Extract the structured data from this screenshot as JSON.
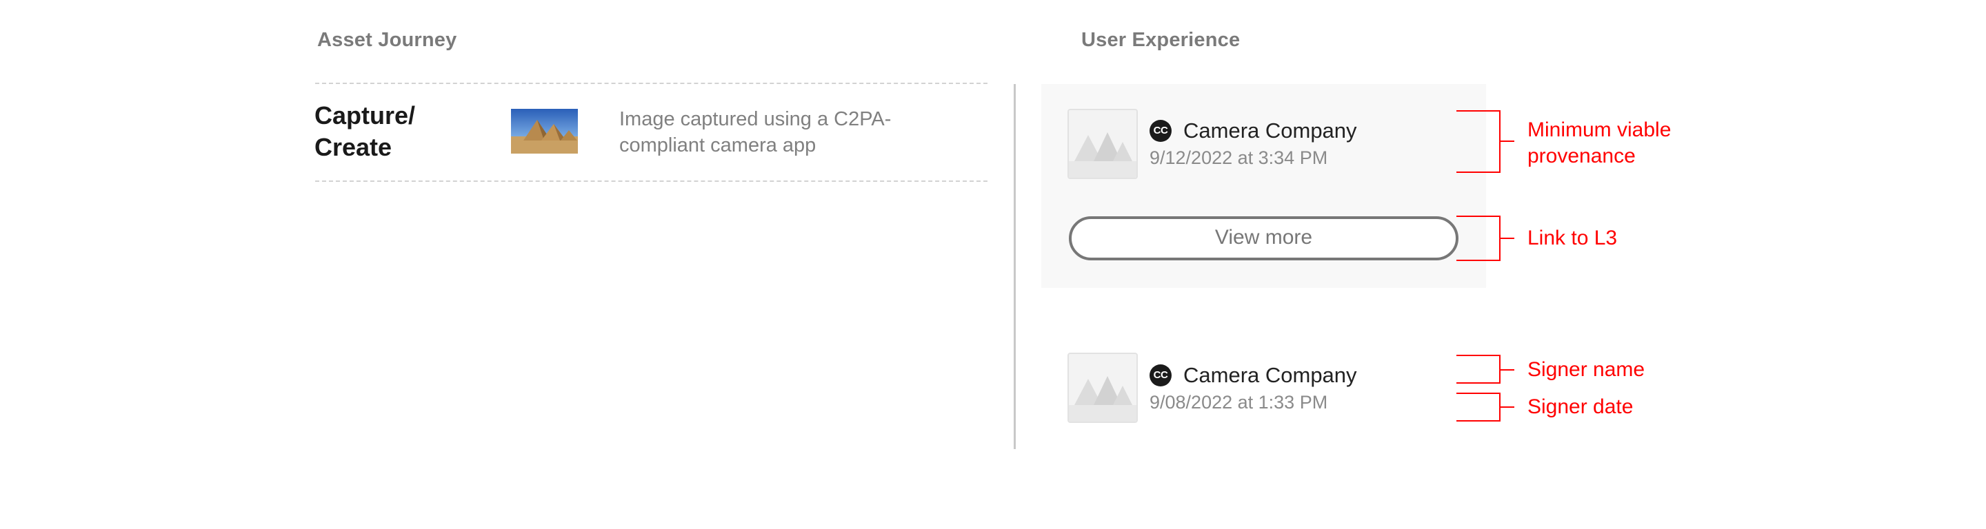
{
  "columns": {
    "left_title": "Asset Journey",
    "right_title": "User Experience"
  },
  "journey": {
    "stage_line1": "Capture/",
    "stage_line2": "Create",
    "image_subject": "pyramids",
    "description_line1": "Image captured using a C2PA-",
    "description_line2": "compliant camera app"
  },
  "experience": {
    "card1": {
      "badge": "CC",
      "signer": "Camera Company",
      "date": "9/12/2022 at 3:34 PM"
    },
    "view_more": "View more",
    "card2": {
      "badge": "CC",
      "signer": "Camera Company",
      "date": "9/08/2022 at 1:33 PM"
    }
  },
  "annotations": {
    "minimum_line1": "Minimum viable",
    "minimum_line2": "provenance",
    "link": "Link to L3",
    "signer_name": "Signer name",
    "signer_date": "Signer date"
  },
  "colors": {
    "annotation": "#ff0000",
    "text_gray": "#7a7a7a",
    "panel": "#f8f8f8"
  }
}
